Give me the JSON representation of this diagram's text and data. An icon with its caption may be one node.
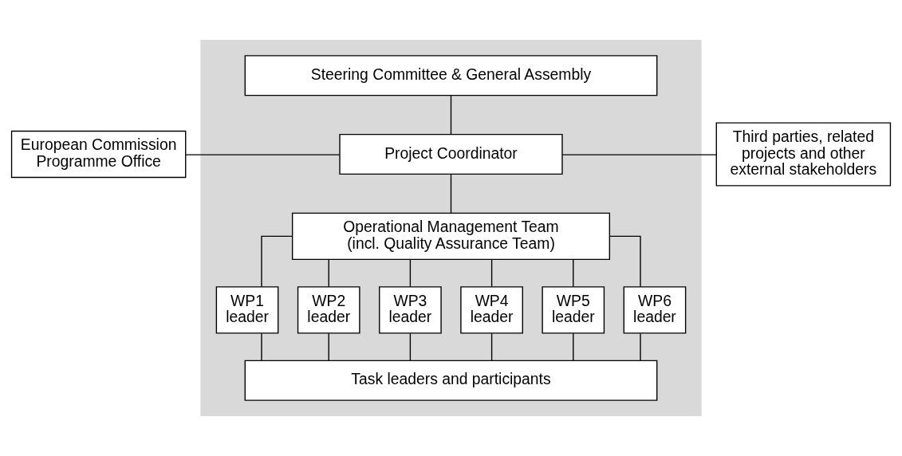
{
  "diagram": {
    "nodes": [
      {
        "text": [],
        "shape": "box"
      },
      {
        "text": [
          "Steering Committee & General Assembly"
        ],
        "in": 0
      },
      {
        "text": [
          "European Commission Programme Office"
        ]
      },
      {
        "text": [
          "Project Coordinator"
        ],
        "in": 0
      },
      {
        "text": [
          "Third parties, related projects and other external stakeholders"
        ]
      },
      {
        "text": [
          "Operational Management Team",
          "(incl. Quality Assurance Team)"
        ],
        "in": 0
      },
      {
        "text": [
          "WP1 leader"
        ],
        "in": 0
      },
      {
        "text": [
          "WP2 leader"
        ],
        "in": 0
      },
      {
        "text": [
          "WP3 leader"
        ],
        "in": 0
      },
      {
        "text": [
          "WP4 leader"
        ],
        "in": 0
      },
      {
        "text": [
          "WP5 leader"
        ],
        "in": 0
      },
      {
        "text": [
          "WP6 leader"
        ],
        "in": 0
      },
      {
        "text": [
          "Task leaders and participants"
        ],
        "in": 0
      }
    ],
    "edges": [
      {
        "from": 1,
        "to": 3,
        "arrow": "none"
      },
      {
        "from": 2,
        "to": 3,
        "arrow": "none"
      },
      {
        "from": 3,
        "to": 4,
        "arrow": "none"
      },
      {
        "from": 3,
        "to": 5,
        "arrow": "none"
      },
      {
        "from": 5,
        "to": 6,
        "arrow": "none"
      },
      {
        "from": 5,
        "to": 7,
        "arrow": "none"
      },
      {
        "from": 5,
        "to": 8,
        "arrow": "none"
      },
      {
        "from": 5,
        "to": 9,
        "arrow": "none"
      },
      {
        "from": 5,
        "to": 10,
        "arrow": "none"
      },
      {
        "from": 5,
        "to": 11,
        "arrow": "none"
      },
      {
        "from": 6,
        "to": 12,
        "arrow": "none"
      },
      {
        "from": 7,
        "to": 12,
        "arrow": "none"
      },
      {
        "from": 8,
        "to": 12,
        "arrow": "none"
      },
      {
        "from": 9,
        "to": 12,
        "arrow": "none"
      },
      {
        "from": 10,
        "to": 12,
        "arrow": "none"
      },
      {
        "from": 11,
        "to": 12,
        "arrow": "none"
      }
    ]
  }
}
